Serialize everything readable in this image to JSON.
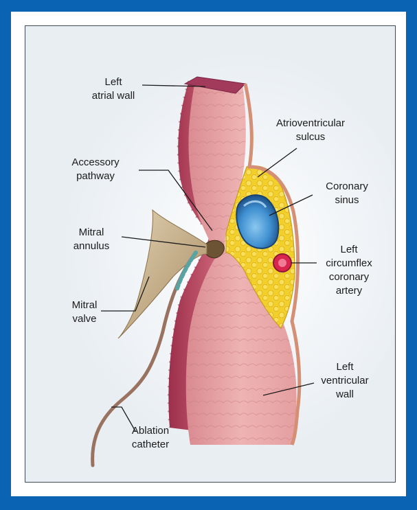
{
  "diagram": {
    "labels": {
      "left_atrial_wall": "Left\natrial wall",
      "atrioventricular_sulcus": "Atrioventricular\nsulcus",
      "accessory_pathway": "Accessory\npathway",
      "coronary_sinus": "Coronary\nsinus",
      "mitral_annulus": "Mitral\nannulus",
      "left_circumflex_coronary_artery": "Left\ncircumflex\ncoronary\nartery",
      "mitral_valve": "Mitral\nvalve",
      "left_ventricular_wall": "Left\nventricular\nwall",
      "ablation_catheter": "Ablation\ncatheter"
    },
    "colors": {
      "frame_blue": "#0a64b3",
      "panel_bg": "#e9eef3",
      "myocardium_pink": "#e7a6a6",
      "myocardium_dark": "#b8455f",
      "fat_yellow": "#f2cf2a",
      "coronary_sinus_blue": "#3f8fd0",
      "artery_red": "#d9264e",
      "valve_tan": "#c7b08a",
      "catheter_tip_teal": "#5aa3a4"
    }
  }
}
